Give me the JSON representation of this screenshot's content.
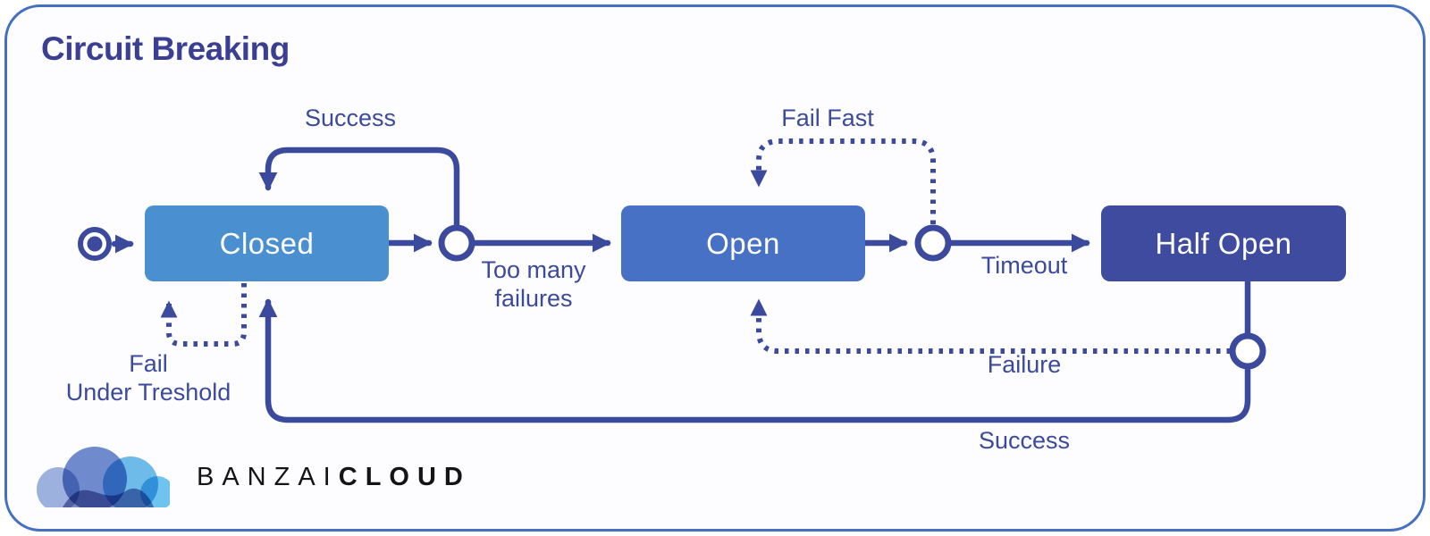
{
  "title": "Circuit Breaking",
  "diagram": {
    "states": [
      {
        "id": "closed",
        "label": "Closed",
        "fill": "#4a90d0"
      },
      {
        "id": "open",
        "label": "Open",
        "fill": "#4671c4"
      },
      {
        "id": "half-open",
        "label": "Half Open",
        "fill": "#3e4b9e"
      }
    ],
    "transitions": [
      {
        "id": "success-top",
        "label": "Success",
        "from": "closed",
        "to": "closed",
        "style": "solid"
      },
      {
        "id": "too-many-failures",
        "label_line1": "Too many",
        "label_line2": "failures",
        "from": "closed",
        "to": "open",
        "style": "solid"
      },
      {
        "id": "fail-fast",
        "label": "Fail Fast",
        "from": "open",
        "to": "open",
        "style": "dotted"
      },
      {
        "id": "timeout",
        "label": "Timeout",
        "from": "open",
        "to": "half-open",
        "style": "solid"
      },
      {
        "id": "failure",
        "label": "Failure",
        "from": "half-open",
        "to": "open",
        "style": "dotted"
      },
      {
        "id": "success-bottom",
        "label": "Success",
        "from": "half-open",
        "to": "closed",
        "style": "solid"
      },
      {
        "id": "fail-under-treshold",
        "label_line1": "Fail",
        "label_line2": "Under Treshold",
        "from": "closed",
        "to": "closed",
        "style": "dotted"
      }
    ],
    "colors": {
      "line": "#3b4a9c",
      "label_text": "#3b4a9c",
      "title_text": "#3a3f94",
      "panel_border": "#4470c2",
      "state_text": "#ffffff"
    }
  },
  "logo": {
    "brand_regular": "BANZAI",
    "brand_bold": "CLOUD"
  }
}
